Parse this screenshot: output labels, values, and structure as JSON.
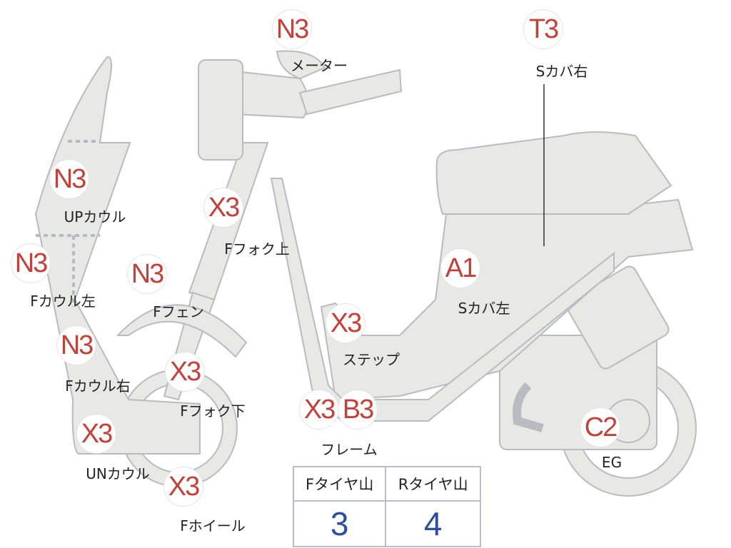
{
  "parts": [
    {
      "id": "meter",
      "code": "N3",
      "label": "メーター"
    },
    {
      "id": "s-cover-right",
      "code": "T3",
      "label": "Sカバ右"
    },
    {
      "id": "up-cowl",
      "code": "N3",
      "label": "UPカウル"
    },
    {
      "id": "f-cowl-left",
      "code": "N3",
      "label": "Fカウル左"
    },
    {
      "id": "f-fender",
      "code": "N3",
      "label": "Fフェン"
    },
    {
      "id": "f-fork-upper",
      "code": "X3",
      "label": "Fフォク上"
    },
    {
      "id": "s-cover-left",
      "code": "A1",
      "label": "Sカバ左"
    },
    {
      "id": "step",
      "code": "X3",
      "label": "ステップ"
    },
    {
      "id": "f-cowl-right",
      "code": "N3",
      "label": "Fカウル右"
    },
    {
      "id": "f-fork-lower",
      "code": "X3",
      "label": "Fフォク下"
    },
    {
      "id": "frame",
      "code": "X3",
      "code2": "B3",
      "label": "フレーム"
    },
    {
      "id": "engine",
      "code": "C2",
      "label": "EG"
    },
    {
      "id": "under-cowl",
      "code": "X3",
      "label": "UNカウル"
    },
    {
      "id": "f-wheel",
      "code": "X3",
      "label": "Fホイール"
    }
  ],
  "tire_table": {
    "headers": [
      "Fタイヤ山",
      "Rタイヤ山"
    ],
    "values": [
      "3",
      "4"
    ]
  },
  "colors": {
    "code": "#c4403a",
    "value": "#2d4f9e",
    "body": "#e8e8e4",
    "outline": "#b8bbc0"
  }
}
